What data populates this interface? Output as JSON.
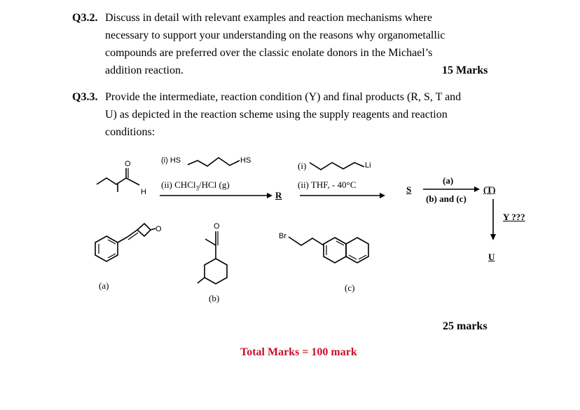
{
  "q32": {
    "number": "Q3.2.",
    "line1": "Discuss in detail with relevant examples and reaction mechanisms where",
    "line2": "necessary to support your understanding on the reasons why organometallic",
    "line3": "compounds are preferred over the classic enolate donors in the Michael’s",
    "line4": "addition reaction.",
    "marks": "15 Marks"
  },
  "q33": {
    "number": "Q3.3.",
    "line1": "Provide the intermediate, reaction condition (Y) and final products (R, S, T and",
    "line2": "U) as depicted in the reaction scheme using the supply reagents and reaction",
    "line3": "conditions:"
  },
  "scheme": {
    "aldehyde_O": "O",
    "aldehyde_H": "H",
    "step1_reagent_i_prefix": "(i) HS",
    "step1_reagent_i_suffix": "HS",
    "step1_reagent_ii": "(ii) CHCl",
    "step1_reagent_ii_sub": "3",
    "step1_reagent_ii_end": "/HCl (g)",
    "product_R": "R",
    "step2_reagent_i": "(i)",
    "step2_li": "Li",
    "step2_reagent_ii": "(ii) THF, - 40°C",
    "product_S": "S",
    "step3_a": "(a)",
    "step3_bc": "(b) and (c)",
    "product_T": "(T)",
    "condition_Y": "Y ???",
    "product_U": "U",
    "reagent_a_label": "(a)",
    "reagent_a_O": "O",
    "reagent_b_label": "(b)",
    "reagent_b_O": "O",
    "reagent_c_label": "(c)",
    "reagent_c_Br": "Br"
  },
  "marks_25": "25 marks",
  "total": "Total Marks = 100 mark"
}
